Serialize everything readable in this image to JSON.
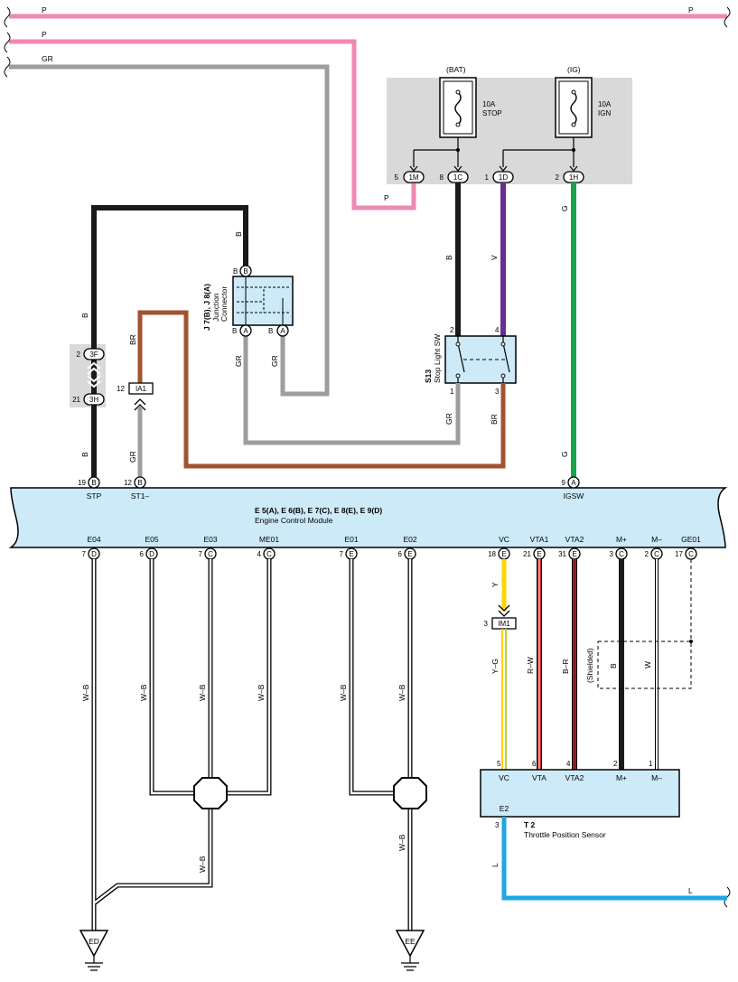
{
  "colors": {
    "pink": "#f088b5",
    "gray": "#9d9d9f",
    "black": "#1a1a1a",
    "violet": "#6a2d91",
    "green": "#14a64a",
    "brown": "#a3522f",
    "yellow": "#ffd400",
    "yellow_green": "#b8d431",
    "red": "#e8222c",
    "blue": "#1ea7e1",
    "component_fill": "#cdeaf8",
    "fuse_box_fill": "#d9d9d9"
  },
  "wires": {
    "top_p": "P",
    "top_p_right": "P",
    "p2": "P",
    "gr_top": "GR",
    "p_fuse": "P",
    "b_junction_top": "B",
    "b_left": "B",
    "b_left_lower": "B",
    "br_left": "BR",
    "gr_st1": "GR",
    "b_stop": "B",
    "v_stop": "V",
    "g_ign": "G",
    "g_ign_lower": "G",
    "gr_jc_a1": "GR",
    "gr_jc_a2": "GR",
    "gr_stop_out": "GR",
    "br_stop_out": "BR",
    "wb_e04": "W–B",
    "wb_e05": "W–B",
    "wb_e03": "W–B",
    "wb_me01": "W–B",
    "wb_ground1": "W–B",
    "wb_e01": "W–B",
    "wb_e02": "W–B",
    "wb_ground2": "W–B",
    "y_vc": "Y",
    "yg_vc": "Y–G",
    "rw_vta": "R–W",
    "br_vta2": "B–R",
    "b_mplus": "B",
    "w_mminus": "W",
    "l_e2": "L",
    "l_right": "L",
    "shielded": "(Shielded)"
  },
  "fuse_box": {
    "bat_label": "(BAT)",
    "ig_label": "(IG)",
    "fuse_stop_amp": "10A",
    "fuse_stop_name": "STOP",
    "fuse_ign_amp": "10A",
    "fuse_ign_name": "IGN",
    "pins": [
      {
        "num": "5",
        "code": "1M"
      },
      {
        "num": "8",
        "code": "1C"
      },
      {
        "num": "1",
        "code": "1D"
      },
      {
        "num": "2",
        "code": "1H"
      }
    ]
  },
  "junction_connector": {
    "id": "J 7(B), J 8(A)",
    "name_line1": "Junction",
    "name_line2": "Connector",
    "pin_top_b": "B",
    "pin_top_code": "B",
    "pin_bottom": [
      "B",
      "A",
      "B",
      "A"
    ]
  },
  "stop_light_switch": {
    "id": "S13",
    "name": "Stop Light SW",
    "pins": [
      "2",
      "4",
      "1",
      "3"
    ]
  },
  "connector_3f_3h": {
    "top_num": "2",
    "top_code": "3F",
    "bottom_num": "21",
    "bottom_code": "3H"
  },
  "connector_ia1": {
    "num": "12",
    "code": "IA1"
  },
  "connector_im1": {
    "num": "3",
    "code": "IM1"
  },
  "ecm": {
    "ids": "E 5(A), E 6(B), E 7(C), E 8(E), E 9(D)",
    "name": "Engine Control Module",
    "top_pins": [
      {
        "num": "19",
        "code": "B",
        "label": "STP"
      },
      {
        "num": "12",
        "code": "B",
        "label": "ST1–"
      },
      {
        "num": "9",
        "code": "A",
        "label": "IGSW"
      }
    ],
    "bottom_pins": [
      {
        "num": "7",
        "code": "D",
        "label": "E04"
      },
      {
        "num": "6",
        "code": "D",
        "label": "E05"
      },
      {
        "num": "7",
        "code": "C",
        "label": "E03"
      },
      {
        "num": "4",
        "code": "C",
        "label": "ME01"
      },
      {
        "num": "7",
        "code": "E",
        "label": "E01"
      },
      {
        "num": "6",
        "code": "E",
        "label": "E02"
      },
      {
        "num": "18",
        "code": "E",
        "label": "VC"
      },
      {
        "num": "21",
        "code": "E",
        "label": "VTA1"
      },
      {
        "num": "31",
        "code": "E",
        "label": "VTA2"
      },
      {
        "num": "3",
        "code": "C",
        "label": "M+"
      },
      {
        "num": "2",
        "code": "C",
        "label": "M–"
      },
      {
        "num": "17",
        "code": "C",
        "label": "GE01"
      }
    ]
  },
  "throttle_sensor": {
    "id": "T 2",
    "name": "Throttle Position Sensor",
    "pins": [
      {
        "num": "5",
        "label": "VC"
      },
      {
        "num": "6",
        "label": "VTA"
      },
      {
        "num": "4",
        "label": "VTA2"
      },
      {
        "num": "2",
        "label": "M+"
      },
      {
        "num": "1",
        "label": "M–"
      }
    ],
    "e2_num": "3",
    "e2_label": "E2"
  },
  "grounds": {
    "left": "ED",
    "right": "EE"
  }
}
